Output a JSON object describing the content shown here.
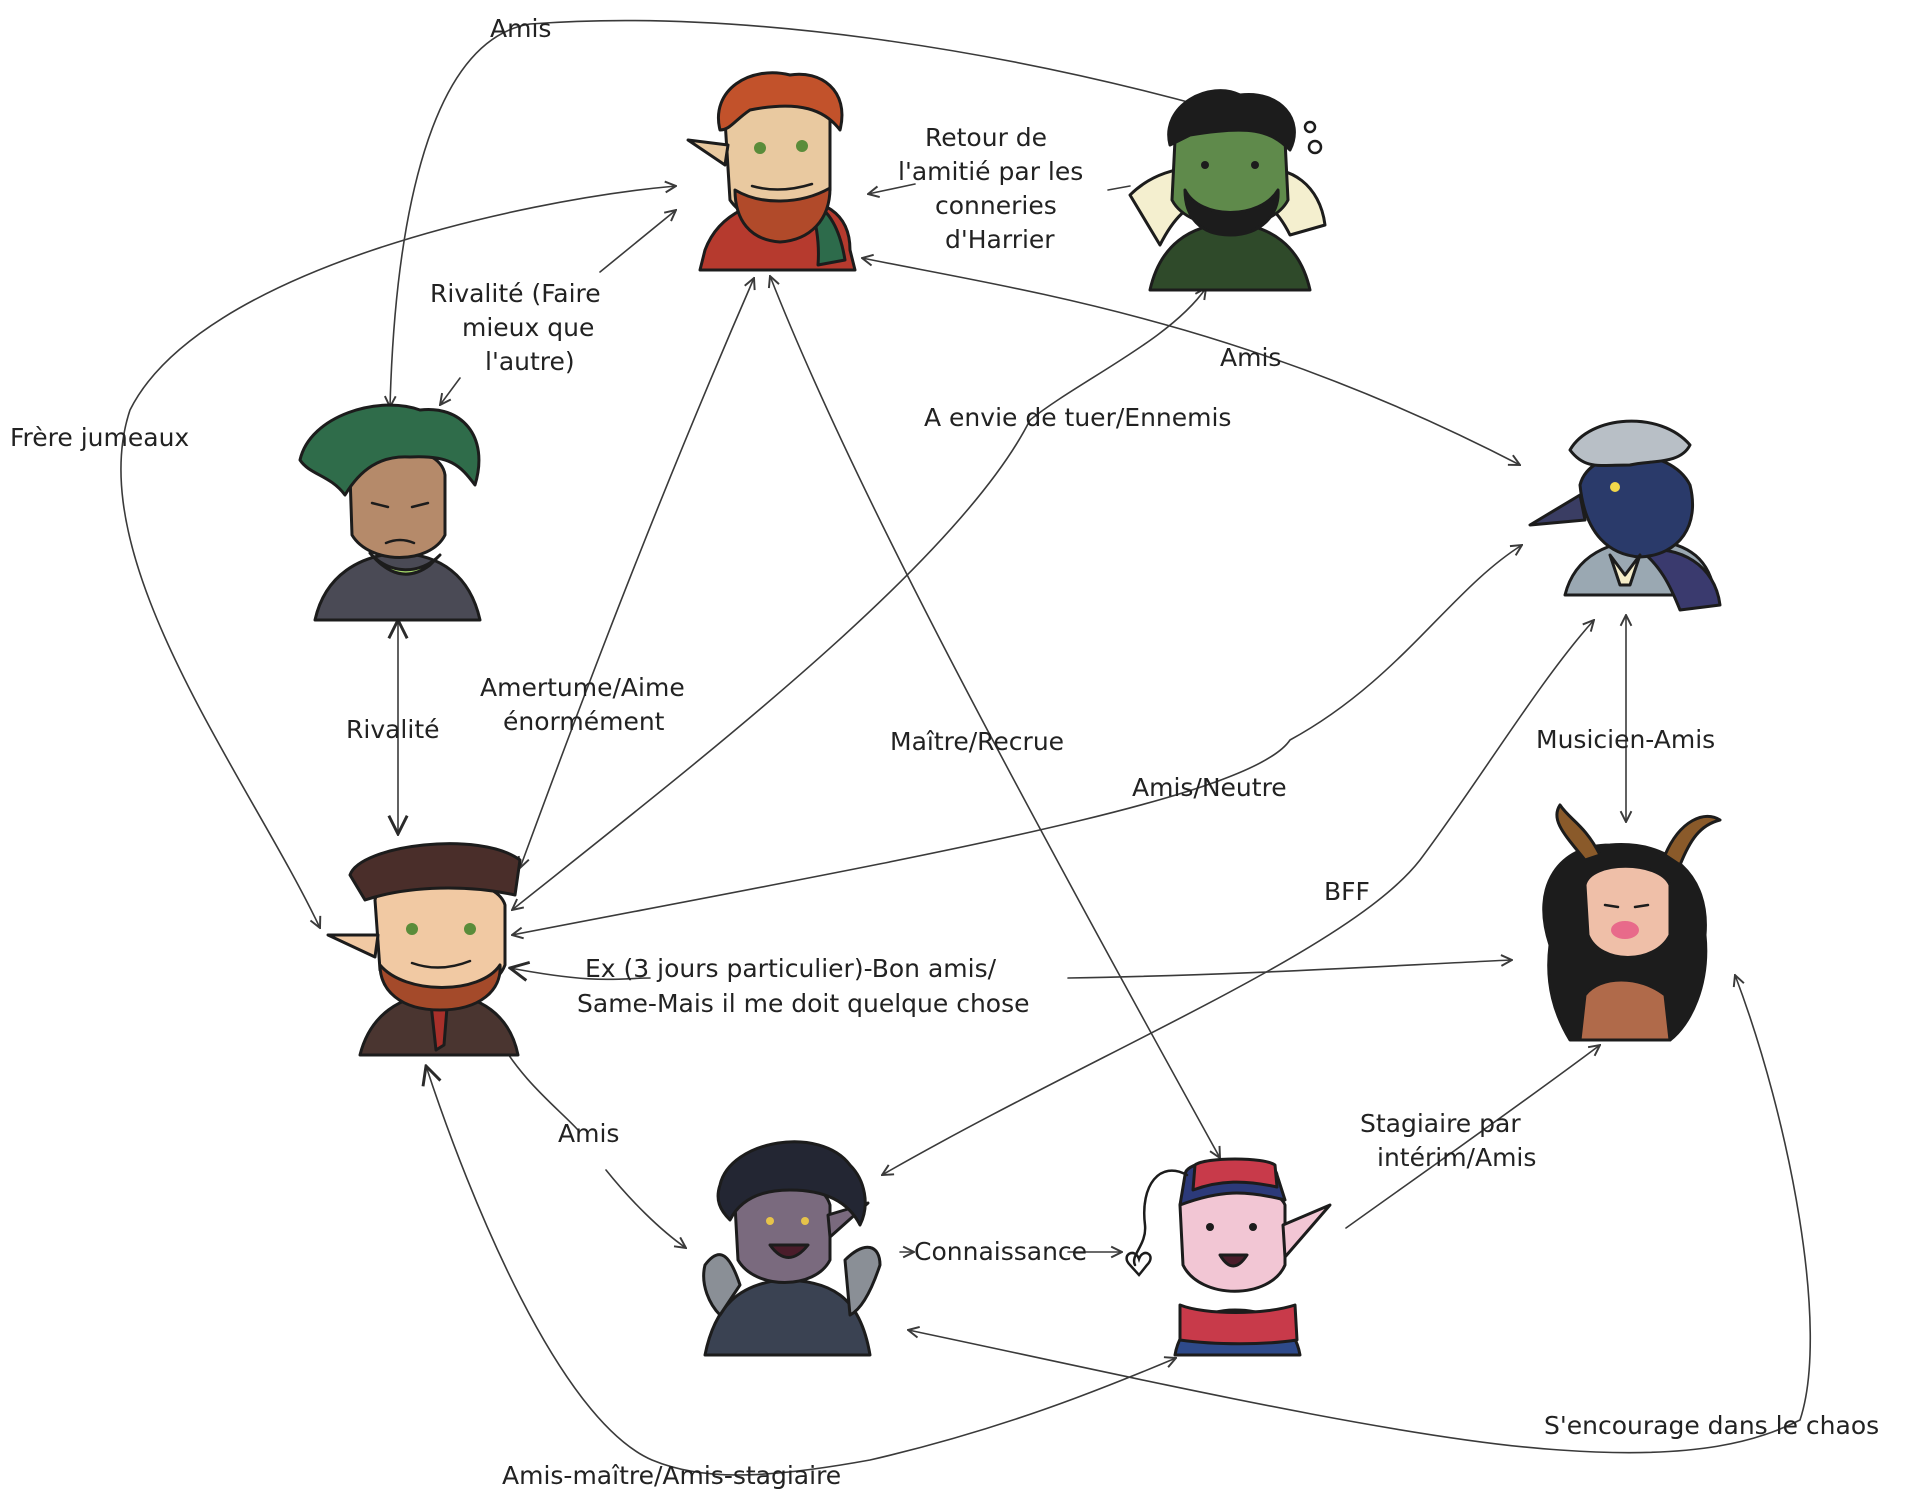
{
  "diagram": {
    "characters": [
      {
        "id": "harrier",
        "icon": "red-haired-elf-portrait"
      },
      {
        "id": "orc",
        "icon": "green-orc-portrait"
      },
      {
        "id": "twin",
        "icon": "green-haired-elf-portrait"
      },
      {
        "id": "crow",
        "icon": "blue-crow-folk-portrait"
      },
      {
        "id": "hat_elf",
        "icon": "elf-with-cap-portrait"
      },
      {
        "id": "horned",
        "icon": "horned-tiefling-portrait"
      },
      {
        "id": "dark_elf",
        "icon": "dark-haired-elf-portrait"
      },
      {
        "id": "pink",
        "icon": "pink-elf-with-hat-portrait"
      }
    ],
    "labels": {
      "amis_top": "Amis",
      "retour_1": "Retour de",
      "retour_2": "l'amitié par les",
      "retour_3": "conneries",
      "retour_4": "d'Harrier",
      "rivalite_faire_1": "Rivalité (Faire",
      "rivalite_faire_2": "mieux que",
      "rivalite_faire_3": "l'autre)",
      "frere": "Frère jumeaux",
      "amis_right": "Amis",
      "envie": "A envie de tuer/Ennemis",
      "rivalite": "Rivalité",
      "amertume_1": "Amertume/Aime",
      "amertume_2": "énormément",
      "maitre": "Maître/Recrue",
      "amis_neutre": "Amis/Neutre",
      "musicien": "Musicien-Amis",
      "bff": "BFF",
      "ex_1": "Ex (3 jours particulier)-Bon amis/",
      "ex_2": "Same-Mais il me doit quelque chose",
      "amis_low": "Amis",
      "stagiaire_1": "Stagiaire par",
      "stagiaire_2": "intérim/Amis",
      "connaissance": "Connaissance",
      "sencourage": "S'encourage dans le chaos",
      "amis_maitre": "Amis-maître/Amis-stagiaire"
    }
  }
}
